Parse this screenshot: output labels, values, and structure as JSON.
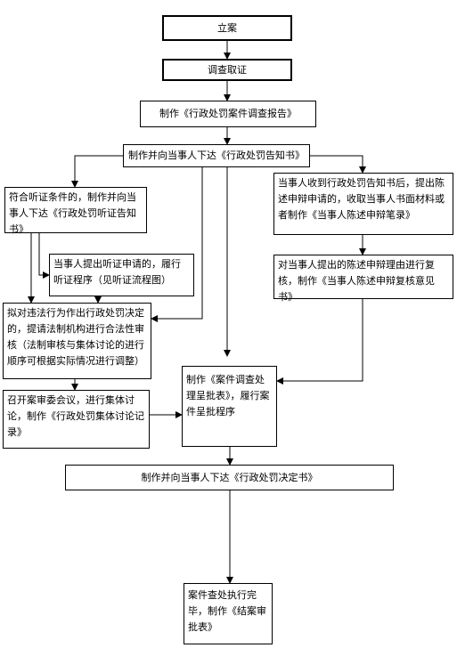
{
  "diagram": {
    "step_filing": "立案",
    "step_investigate": "调查取证",
    "step_report": "制作《行政处罚案件调查报告》",
    "step_notice": "制作并向当事人下达《行政处罚告知书》",
    "step_hearing_notice": "符合听证条件的，制作并向当事人下达《行政处罚听证告知书》",
    "step_hearing_request": "当事人提出听证申请的，履行听证程序（见听证流程图）",
    "step_statement": "当事人收到行政处罚告知书后，提出陈述申辩申请的，收取当事人书面材料或者制作《当事人陈述申辩笔录》",
    "step_review": "对当事人提出的陈述申辩理由进行复核，制作《当事人陈述申辩复核意见书》",
    "step_legal_review": "拟对违法行为作出行政处罚决定的，提请法制机构进行合法性审核（法制审核与集体讨论的进行顺序可根据实际情况进行调整）",
    "step_approval": "制作《案件调查处理呈批表》，履行案件呈批程序",
    "step_collective": "召开案审委会议，进行集体讨论，制作《行政处罚集体讨论记录》",
    "step_decision": "制作并向当事人下达《行政处罚决定书》",
    "step_close": "案件查处执行完毕，制作《结案审批表》"
  }
}
